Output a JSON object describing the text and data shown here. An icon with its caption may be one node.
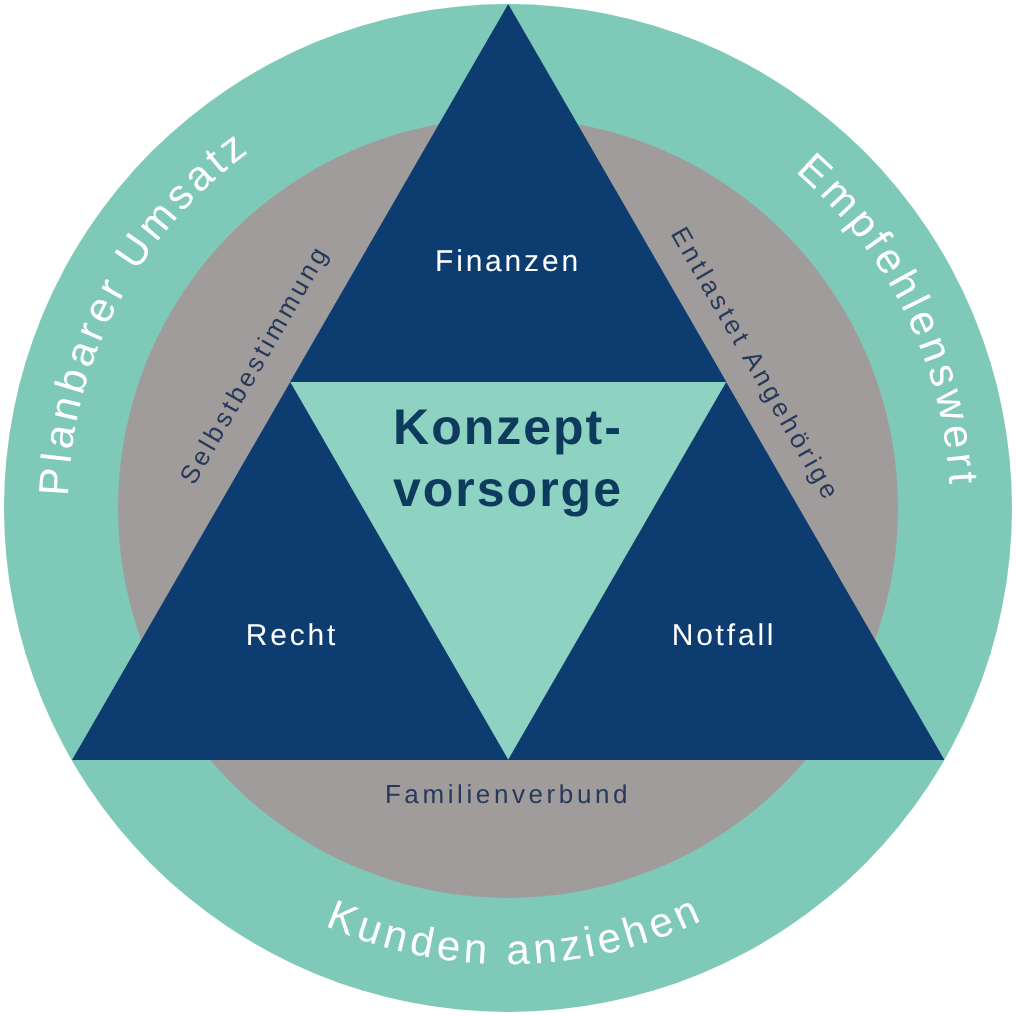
{
  "diagram": {
    "nodes": [
      {
        "text": [
          "Planbarer Umsatz",
          "Empfehlenswert",
          "Kunden anziehen"
        ]
      },
      {
        "text": [
          "Selbstbestimmung",
          "Entlastet Angehörige",
          "Familienverbund"
        ],
        "in": 0
      },
      {
        "text": [
          "Finanzen"
        ],
        "in": 0
      },
      {
        "text": [
          "Konzept- vorsorge"
        ],
        "in": 1
      },
      {
        "text": [
          "Recht"
        ],
        "in": 0
      },
      {
        "text": [
          "Notfall"
        ],
        "in": 0
      }
    ]
  }
}
